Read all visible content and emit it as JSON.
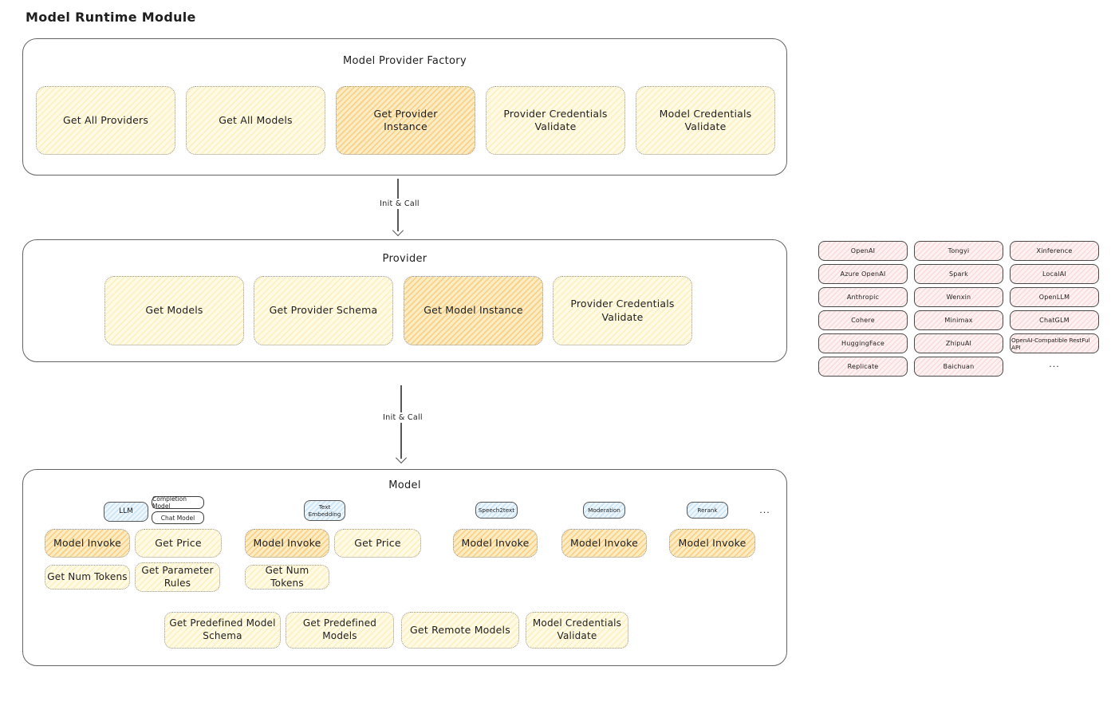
{
  "diagram": {
    "title": "Model Runtime Module",
    "arrow1_label": "Init & Call",
    "arrow2_label": "Init & Call",
    "factory": {
      "title": "Model Provider Factory",
      "items": [
        {
          "label": "Get All Providers",
          "highlighted": false
        },
        {
          "label": "Get All Models",
          "highlighted": false
        },
        {
          "label": "Get Provider Instance",
          "highlighted": true
        },
        {
          "label": "Provider Credentials Validate",
          "highlighted": false
        },
        {
          "label": "Model Credentials Validate",
          "highlighted": false
        }
      ]
    },
    "provider": {
      "title": "Provider",
      "items": [
        {
          "label": "Get Models",
          "highlighted": false
        },
        {
          "label": "Get Provider Schema",
          "highlighted": false
        },
        {
          "label": "Get Model Instance",
          "highlighted": true
        },
        {
          "label": "Provider Credentials Validate",
          "highlighted": false
        }
      ]
    },
    "providers_list": {
      "col1": [
        "OpenAI",
        "Azure OpenAI",
        "Anthropic",
        "Cohere",
        "HuggingFace",
        "Replicate"
      ],
      "col2": [
        "Tongyi",
        "Spark",
        "Wenxin",
        "Minimax",
        "ZhipuAI",
        "Baichuan"
      ],
      "col3": [
        "Xinference",
        "LocalAI",
        "OpenLLM",
        "ChatGLM",
        "OpenAI-Compatible RestFul API"
      ],
      "more": "..."
    },
    "model": {
      "title": "Model",
      "tabs": [
        "LLM",
        "Completion Model",
        "Chat Model",
        "Text Embedding",
        "Speech2text",
        "Moderation",
        "Rerank"
      ],
      "tabs_more": "...",
      "llm_ops": [
        "Model Invoke",
        "Get Price",
        "Get Num Tokens",
        "Get Parameter Rules"
      ],
      "text_embedding_ops": [
        "Model Invoke",
        "Get Price",
        "Get Num Tokens"
      ],
      "speech2text_ops": [
        "Model Invoke"
      ],
      "moderation_ops": [
        "Model Invoke"
      ],
      "rerank_ops": [
        "Model Invoke"
      ],
      "common_ops": [
        "Get Predefined Model Schema",
        "Get Predefined Models",
        "Get Remote Models",
        "Model Credentials Validate"
      ]
    },
    "colors": {
      "yellow_fill": "#fffae4",
      "yellow_hatch": "#ffd978",
      "orange_fill": "#fcecc2",
      "orange_hatch": "#f5b04a",
      "pink_fill": "#fdf1f1",
      "pink_hatch": "#f4b0b0",
      "blue_fill": "#edf6fc",
      "blue_hatch": "#9ecdee",
      "box_border": "#646464",
      "dotted_border": "#969696",
      "text": "#1e1e1e"
    }
  }
}
